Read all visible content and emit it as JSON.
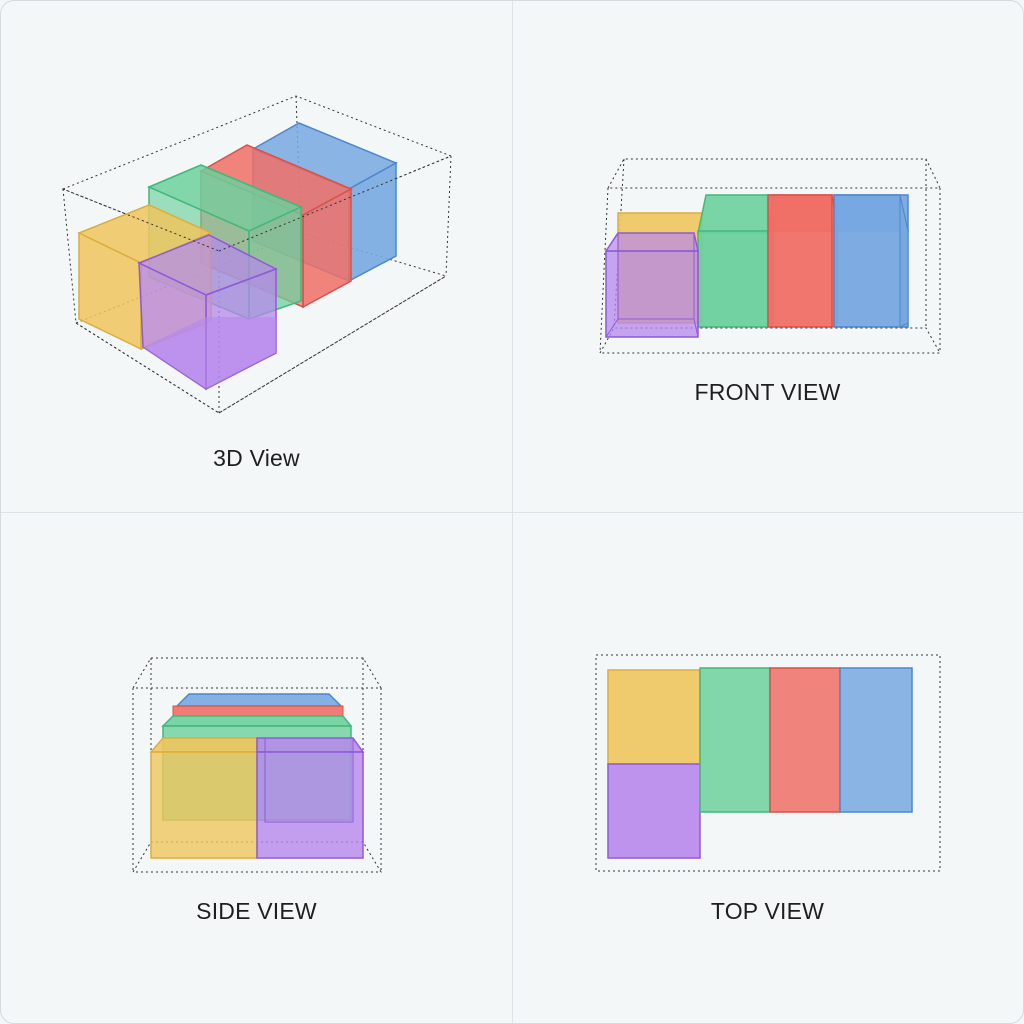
{
  "colors": {
    "yellow": "#efc55d",
    "green": "#6cd09c",
    "red": "#ef6f66",
    "blue": "#77a8e0",
    "purple": "#b787ec",
    "yellow_edge": "#dcae3c",
    "green_edge": "#42b87a",
    "red_edge": "#d8524a",
    "blue_edge": "#4f86cc",
    "purple_edge": "#8e5ad8",
    "outline": "#333333"
  },
  "views": {
    "three_d": {
      "label": "3D View"
    },
    "front": {
      "label": "FRONT VIEW"
    },
    "side": {
      "label": "SIDE VIEW"
    },
    "top": {
      "label": "TOP VIEW"
    }
  }
}
